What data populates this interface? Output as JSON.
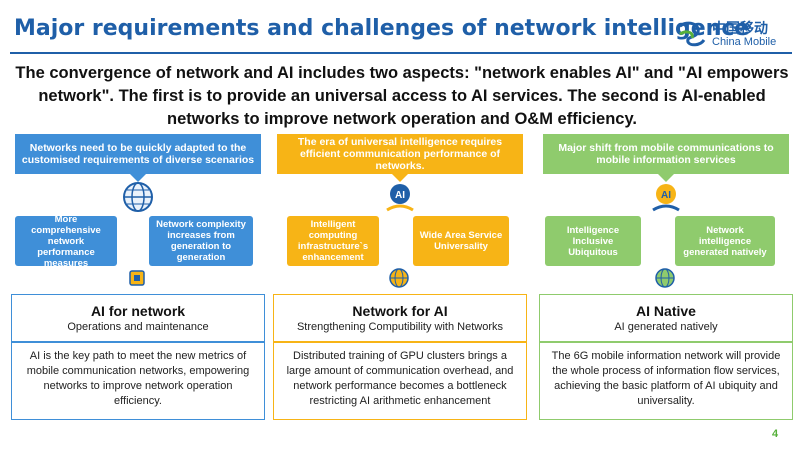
{
  "title": "Major requirements and challenges of network intelligence",
  "logo": {
    "cn": "中国移动",
    "en": "China Mobile"
  },
  "intro": "The convergence of network and AI includes two aspects: \"network enables AI\" and \"AI empowers network\". The first is to provide an universal access to AI services. The second is AI-enabled networks to improve network operation and O&M efficiency.",
  "colors": {
    "blue": "#3f8fd8",
    "orange": "#f7b416",
    "green": "#8fcb6d",
    "title": "#1f5fa8"
  },
  "columns": [
    {
      "header": "Networks need to be quickly adapted to the customised requirements of diverse scenarios",
      "left_box": "More comprehensive network performance measures",
      "right_box": "Network complexity increases from generation to generation",
      "main_title": "AI for network",
      "main_sub": "Operations and maintenance",
      "description": "AI is the key path to meet the new metrics of mobile communication networks, empowering networks to improve network operation efficiency."
    },
    {
      "header": "The era of universal intelligence requires efficient communication performance of networks.",
      "left_box": "Intelligent computing infrastructure`s enhancement",
      "right_box": "Wide Area Service Universality",
      "main_title": "Network for AI",
      "main_sub": "Strengthening Computibility with Networks",
      "description": "Distributed training of GPU clusters brings a large amount of communication overhead, and network performance becomes a bottleneck restricting AI arithmetic enhancement"
    },
    {
      "header": "Major shift from mobile communications to mobile information services",
      "left_box": "Intelligence Inclusive Ubiquitous",
      "right_box": "Network intelligence generated natively",
      "main_title": "AI Native",
      "main_sub": "AI generated natively",
      "description": "The 6G mobile information network will provide the whole process of information flow services, achieving the basic platform of AI ubiquity and universality."
    }
  ],
  "page_number": "4"
}
